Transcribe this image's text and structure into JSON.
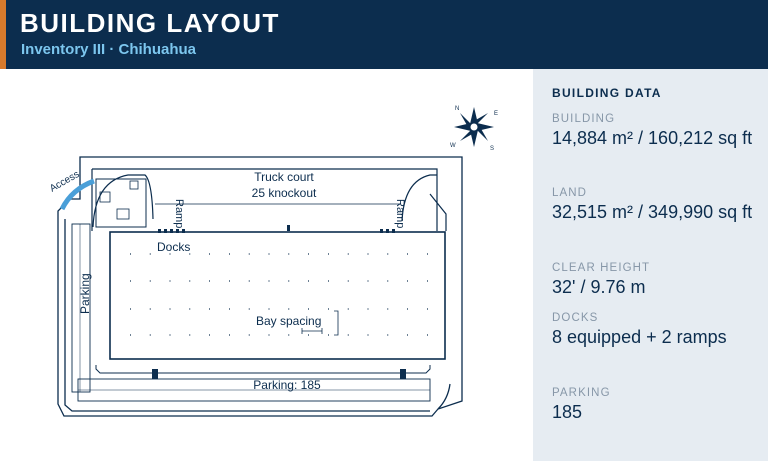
{
  "header": {
    "title": "BUILDING LAYOUT",
    "subtitle": "Inventory III · Chihuahua"
  },
  "plan": {
    "access": "Access",
    "truck_court_line1": "Truck court",
    "truck_court_line2": "25 knockout",
    "ramp_left": "Ramp",
    "ramp_right": "Ramp",
    "docks": "Docks",
    "parking_side": "Parking",
    "bay_spacing": "Bay spacing",
    "parking_bottom": "Parking: 185",
    "compass_n": "N",
    "compass_s": "S",
    "compass_e": "E",
    "compass_w": "W"
  },
  "panel": {
    "heading": "BUILDING DATA",
    "items": [
      {
        "label": "BUILDING",
        "value": "14,884 m² / 160,212 sq ft"
      },
      {
        "label": "LAND",
        "value": "32,515 m² / 349,990 sq ft"
      },
      {
        "label": "CLEAR HEIGHT",
        "value": "32' / 9.76 m"
      },
      {
        "label": "DOCKS",
        "value": "8 equipped + 2 ramps"
      },
      {
        "label": "PARKING",
        "value": "185"
      }
    ]
  },
  "colors": {
    "navy": "#0c2d4e",
    "accent": "#d77a2c",
    "subtitle": "#7cc6ee",
    "panel_bg": "#e6ecf2",
    "label_gray": "#8797a8",
    "access_blue": "#4a9fd8"
  }
}
